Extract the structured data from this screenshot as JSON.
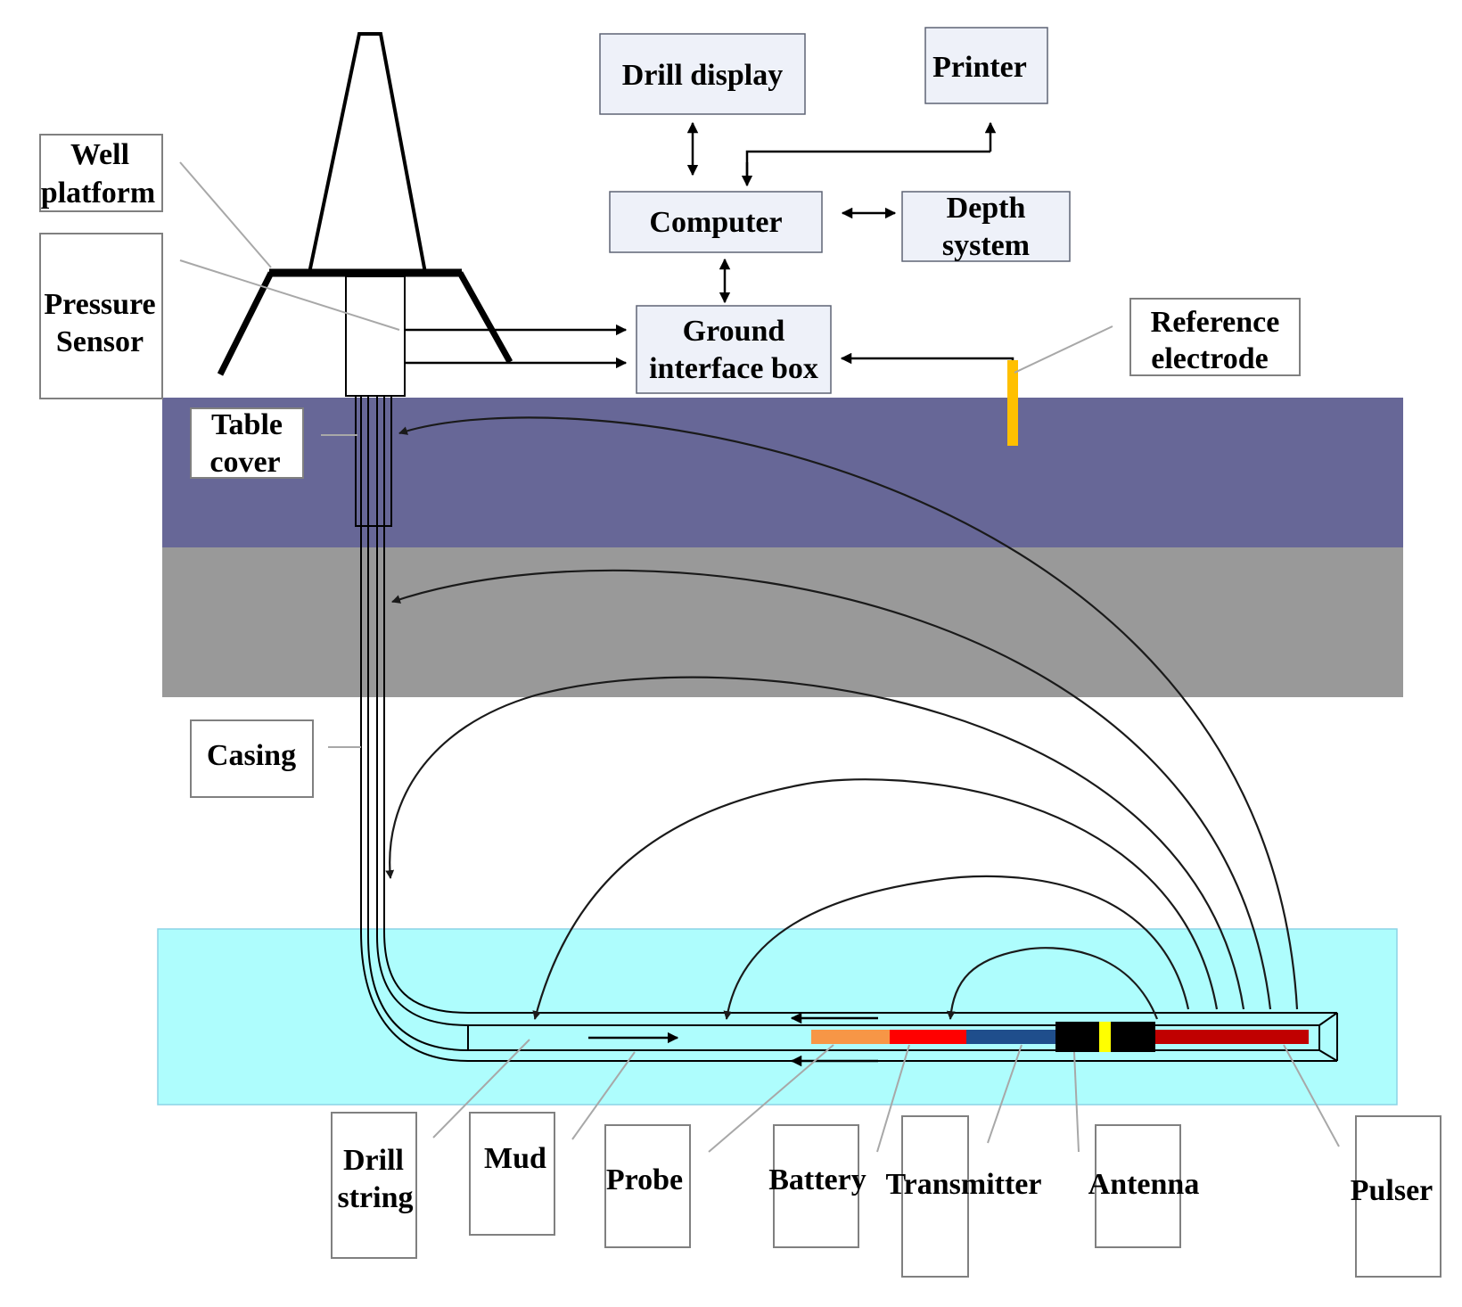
{
  "colors": {
    "layer_upper": "#676797",
    "layer_middle": "#999999",
    "layer_target": "#aefdfd",
    "reference_electrode": "#ffc000",
    "probe": "#f79646",
    "battery": "#ff0000",
    "transmitter": "#1f4e8c",
    "antenna": "#000000",
    "antenna_gap": "#ffff00",
    "pulser": "#c00000",
    "surface_box": "#eef1f9"
  },
  "surface": {
    "drill_display": "Drill display",
    "printer": "Printer",
    "computer": "Computer",
    "depth_system": [
      "Depth",
      "system"
    ],
    "ground_interface_box": [
      "Ground",
      "interface box"
    ],
    "reference_electrode": [
      "Reference",
      "electrode"
    ]
  },
  "rig": {
    "well_platform": [
      "Well",
      "platform"
    ],
    "pressure_sensor": [
      "Pressure",
      "Sensor"
    ],
    "table_cover": [
      "Table",
      "cover"
    ],
    "casing": "Casing"
  },
  "downhole": {
    "drill_string": [
      "Drill",
      "string"
    ],
    "mud": "Mud",
    "probe": "Probe",
    "battery": "Battery",
    "transmitter": "Transmitter",
    "antenna": "Antenna",
    "pulser": "Pulser"
  }
}
